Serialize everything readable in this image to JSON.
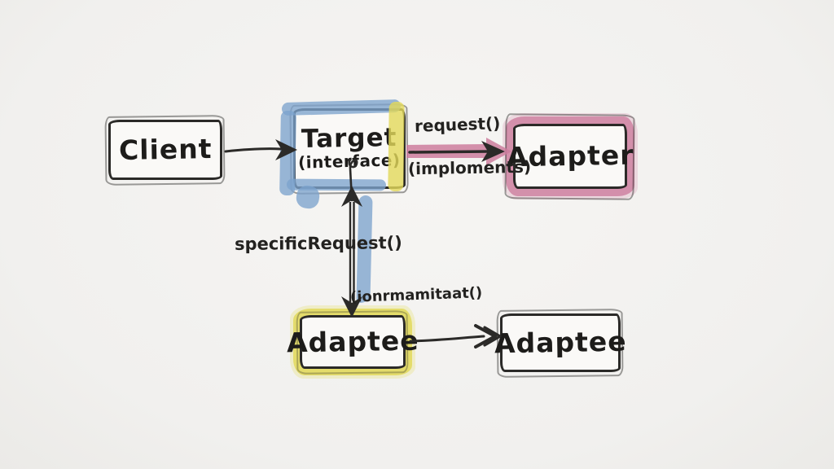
{
  "canvas": {
    "background": "#f2f1ef",
    "ink": "#2b2a28"
  },
  "palette": {
    "blue_marker": "#7ca3cd",
    "yellow_marker": "#e2d95a",
    "pink_marker": "#cd7d9e"
  },
  "nodes": {
    "client": {
      "label": "Client"
    },
    "target": {
      "label": "Target",
      "sublabel": "(interface)"
    },
    "adapter": {
      "label": "Adapter"
    },
    "adaptee_left": {
      "label": "Adaptee"
    },
    "adaptee_right": {
      "label": "Adaptee"
    }
  },
  "edge_labels": {
    "request": "request()",
    "implements": "(imploments)",
    "specific_request": "specificRequest()",
    "scribble": "(ionrmamitaat()"
  }
}
